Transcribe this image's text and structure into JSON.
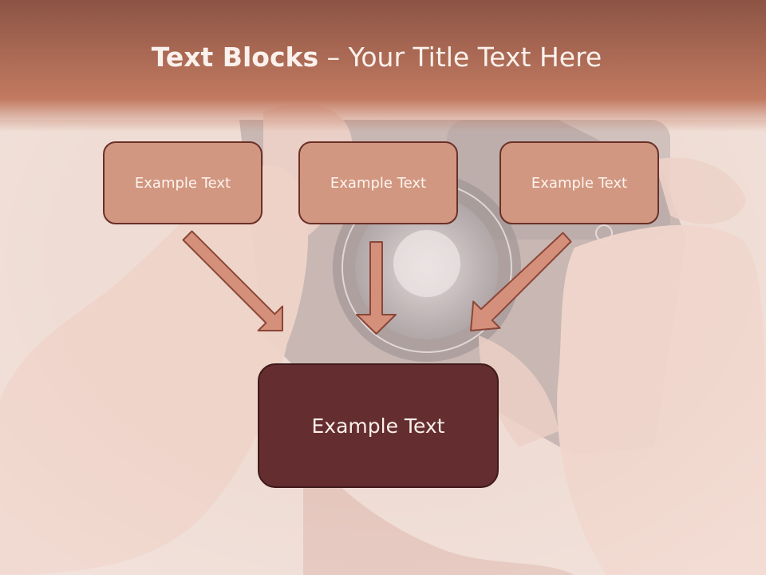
{
  "slide": {
    "title_bold": "Text Blocks",
    "title_sep": " – ",
    "title_rest": "Your Title Text Here"
  },
  "blocks": [
    {
      "label": "Example Text"
    },
    {
      "label": "Example Text"
    },
    {
      "label": "Example Text"
    }
  ],
  "target_block": {
    "label": "Example Text"
  },
  "colors": {
    "header_band": "#b8705a",
    "block_fill": "#d19781",
    "block_border": "#6a3028",
    "target_fill": "#642d2f",
    "arrow_fill": "#d4907a"
  }
}
